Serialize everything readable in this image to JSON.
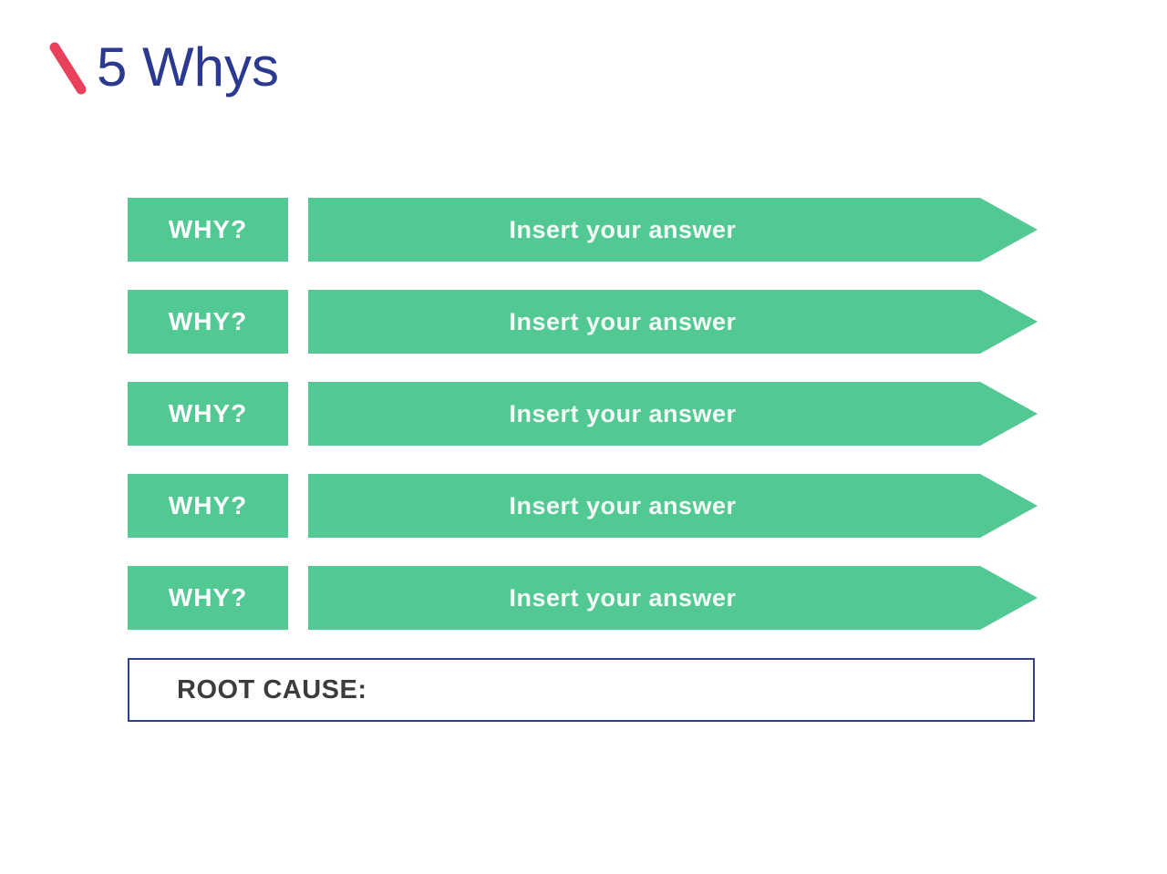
{
  "title": "5 Whys",
  "colors": {
    "green": "#52c892",
    "navy": "#2b3a90",
    "red": "#e9405c",
    "dark_text": "#3c3c3c",
    "answer_text": "#f4fcf8"
  },
  "icons": {
    "slash": "red-diagonal-slash"
  },
  "rows": [
    {
      "label": "WHY?",
      "answer": "Insert your answer"
    },
    {
      "label": "WHY?",
      "answer": "Insert your answer"
    },
    {
      "label": "WHY?",
      "answer": "Insert your answer"
    },
    {
      "label": "WHY?",
      "answer": "Insert your answer"
    },
    {
      "label": "WHY?",
      "answer": "Insert your answer"
    }
  ],
  "root_cause": {
    "label": "ROOT CAUSE:",
    "value": ""
  }
}
